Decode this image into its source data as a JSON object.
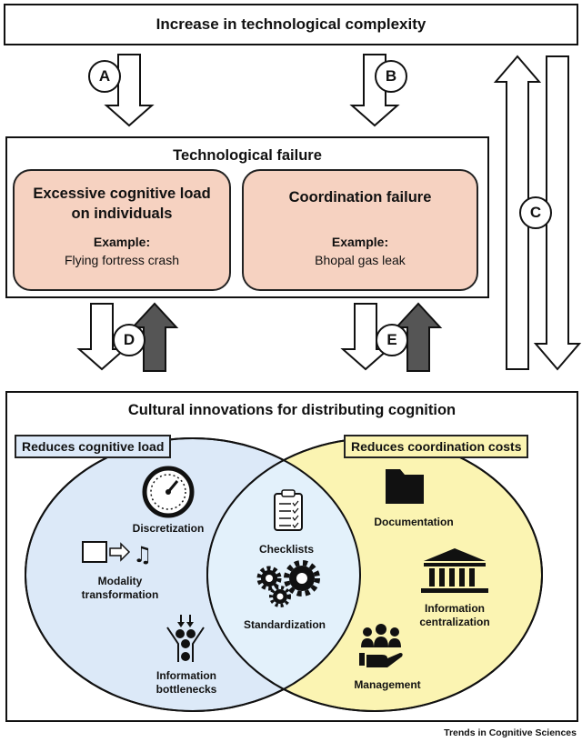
{
  "top_box": {
    "title": "Increase in technological complexity"
  },
  "failure_box": {
    "title": "Technological failure",
    "card_left": {
      "heading": "Excessive cognitive load\non individuals",
      "example_label": "Example:",
      "example": "Flying fortress crash"
    },
    "card_right": {
      "heading": "Coordination failure",
      "example_label": "Example:",
      "example": "Bhopal gas leak"
    }
  },
  "arrow_labels": {
    "a": "A",
    "b": "B",
    "c": "C",
    "d": "D",
    "e": "E"
  },
  "innovations_box": {
    "title": "Cultural innovations for distributing cognition",
    "left_tag": "Reduces cognitive load",
    "right_tag": "Reduces coordination costs",
    "left_items": {
      "discretization": "Discretization",
      "modality": "Modality\ntransformation",
      "bottlenecks": "Information\nbottlenecks"
    },
    "center_items": {
      "checklists": "Checklists",
      "standardization": "Standardization"
    },
    "right_items": {
      "documentation": "Documentation",
      "centralization": "Information\ncentralization",
      "management": "Management"
    }
  },
  "colors": {
    "card_fill": "#f6d2c1",
    "left_circle": "#dce9f8",
    "right_circle": "#fbf4b2",
    "overlap": "#e3f1fb",
    "dark_arrow": "#555555"
  },
  "credit": "Trends in Cognitive Sciences"
}
